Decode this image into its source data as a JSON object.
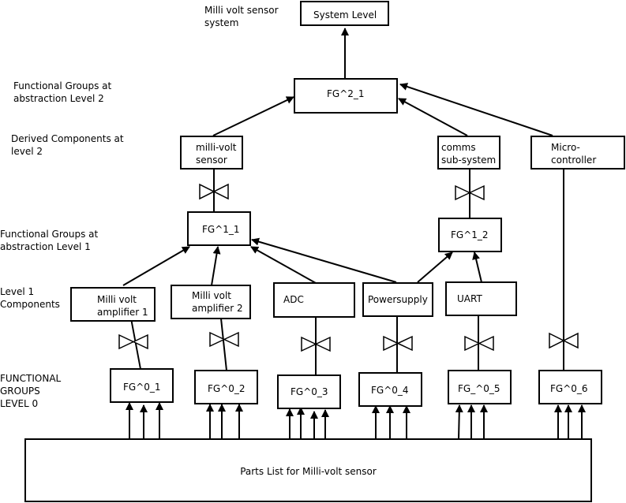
{
  "side_labels": {
    "system": "Milli volt sensor\nsystem",
    "fg_level2": "Functional Groups at\nabstraction Level 2",
    "derived_level2": "Derived Components at\nlevel 2",
    "fg_level1": "Functional Groups at\nabstraction Level 1",
    "level1_components": "Level  1\nComponents",
    "fg_level0": "FUNCTIONAL\n GROUPS\n LEVEL 0"
  },
  "boxes": {
    "system_level": "System Level",
    "fg2_1": "FG^2_1",
    "milli_volt_sensor": "milli-volt\nsensor",
    "comms_subsystem": "comms\nsub-system",
    "micro_controller": "Micro-\ncontroller",
    "fg1_1": "FG^1_1",
    "fg1_2": "FG^1_2",
    "milli_volt_amp1": "Milli volt\namplifier 1",
    "milli_volt_amp2": "Milli volt\namplifier 2",
    "adc": "ADC",
    "powersupply": "Powersupply",
    "uart": "UART",
    "fg0_1": "FG^0_1",
    "fg0_2": "FG^0_2",
    "fg0_3": "FG^0_3",
    "fg0_4": "FG^0_4",
    "fg0_5": "FG_^0_5",
    "fg0_6": "FG^0_6",
    "parts_list": "Parts List for Milli-volt sensor"
  }
}
